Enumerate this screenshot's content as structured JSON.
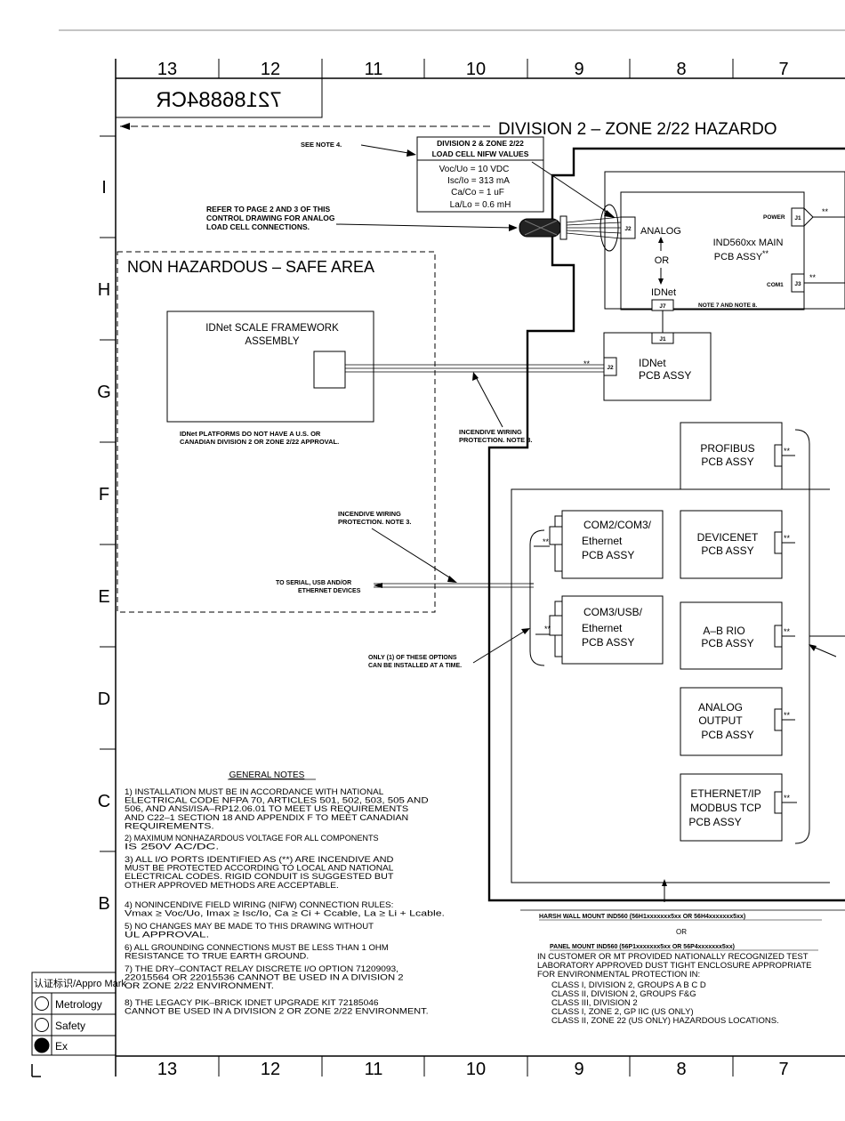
{
  "grid": {
    "columns": [
      "13",
      "12",
      "11",
      "10",
      "9",
      "8",
      "7"
    ],
    "rows": [
      "I",
      "H",
      "G",
      "F",
      "E",
      "D",
      "C",
      "B"
    ],
    "corner": "L"
  },
  "drawing_number": "72186884CR",
  "division_label": "DIVISION  2  –  ZONE  2/22  HAZARDO",
  "non_hazardous_label": "NON  HAZARDOUS  –  SAFE  AREA",
  "see_note4": "SEE NOTE 4.",
  "nifw_box": {
    "title_lines": [
      "DIVISION 2 & ZONE 2/22",
      "LOAD CELL NIFW VALUES"
    ],
    "values": [
      "Voc/Uo  =  10  VDC",
      "Isc/Io  =  313  mA",
      "Ca/Co  =  1  uF",
      "La/Lo  =  0.6  mH"
    ]
  },
  "refer_note": [
    "REFER TO PAGE 2 AND 3 OF THIS",
    "CONTROL DRAWING FOR ANALOG",
    "LOAD CELL CONNECTIONS."
  ],
  "main_pcb": {
    "j2": "J2",
    "analog": "ANALOG",
    "or": "OR",
    "idnet": "IDNet",
    "j7": "J7",
    "title_lines": [
      "IND560xx  MAIN",
      "PCB  ASSY"
    ],
    "title_mark": "**",
    "power": "POWER",
    "j1": "J1",
    "com1": "COM1",
    "j3": "J3",
    "note": "NOTE 7 AND NOTE 8."
  },
  "stars": "**",
  "idnet_framework": [
    "IDNet  SCALE  FRAMEWORK",
    "ASSEMBLY"
  ],
  "idnet_platform_note": [
    "IDNet PLATFORMS DO NOT HAVE A U.S. OR",
    "CANADIAN DIVISION 2 OR ZONE 2/22 APPROVAL."
  ],
  "idnet_pcb": {
    "j1": "J1",
    "j2": "J2",
    "lines": [
      "IDNet",
      "PCB ASSY"
    ]
  },
  "incendive_wiring_1": [
    "INCENDIVE  WIRING",
    "PROTECTION.  NOTE  3."
  ],
  "incendive_wiring_2": [
    "INCENDIVE  WIRING",
    "PROTECTION.  NOTE  3."
  ],
  "serial_usb": [
    "TO SERIAL, USB AND/OR",
    "ETHERNET DEVICES"
  ],
  "only_one": [
    "ONLY (1) OF THESE OPTIONS",
    "CAN BE INSTALLED AT A TIME."
  ],
  "left_modules": [
    {
      "lines": [
        "COM2/COM3/",
        "Ethernet",
        "PCB  ASSY"
      ]
    },
    {
      "lines": [
        "COM3/USB/",
        "Ethernet",
        "PCB  ASSY"
      ]
    }
  ],
  "right_modules": [
    {
      "lines": [
        "PROFIBUS",
        "PCB  ASSY"
      ]
    },
    {
      "lines": [
        "DEVICENET",
        "PCB  ASSY"
      ]
    },
    {
      "lines": [
        "A–B  RIO",
        "PCB  ASSY"
      ]
    },
    {
      "lines": [
        "ANALOG",
        "OUTPUT",
        "PCB  ASSY"
      ]
    },
    {
      "lines": [
        "ETHERNET/IP",
        "MODBUS  TCP",
        "PCB  ASSY"
      ]
    }
  ],
  "general_notes_title": "GENERAL  NOTES",
  "general_notes": [
    [
      "1)  INSTALLATION MUST BE IN ACCORDANCE WITH NATIONAL",
      "     ELECTRICAL CODE NFPA 70, ARTICLES 501, 502, 503, 505 AND",
      "     506, AND ANSI/ISA–RP12.06.01 TO MEET US REQUIREMENTS",
      "     AND C22–1 SECTION 18 AND APPENDIX F TO MEET CANADIAN",
      "     REQUIREMENTS."
    ],
    [
      "2)  MAXIMUM NONHAZARDOUS VOLTAGE FOR ALL COMPONENTS",
      "     IS 250V AC/DC."
    ],
    [
      "3)  ALL I/O PORTS IDENTIFIED AS (**) ARE INCENDIVE AND",
      "     MUST BE PROTECTED ACCORDING TO LOCAL AND NATIONAL",
      "     ELECTRICAL CODES.  RIGID CONDUIT IS SUGGESTED BUT",
      "     OTHER APPROVED METHODS ARE ACCEPTABLE."
    ],
    [
      "4)  NONINCENDIVE FIELD WIRING (NIFW) CONNECTION RULES:",
      "     Vmax ≥ Voc/Uo, Imax ≥ Isc/Io, Ca ≥ Ci + Ccable, La ≥ Li + Lcable."
    ],
    [
      "5)  NO CHANGES MAY BE MADE TO THIS DRAWING WITHOUT",
      "     UL APPROVAL."
    ],
    [
      "6)  ALL GROUNDING CONNECTIONS MUST BE LESS THAN 1 OHM",
      "     RESISTANCE TO TRUE EARTH GROUND."
    ],
    [
      "7)  THE DRY–CONTACT RELAY DISCRETE I/O OPTION 71209093,",
      "     22015564 OR 22015536 CANNOT BE USED IN A DIVISION 2",
      "     OR ZONE 2/22 ENVIRONMENT."
    ],
    [
      "8)  THE LEGACY PIK–BRICK IDNET UPGRADE KIT 72185046",
      "     CANNOT BE USED IN A DIVISION 2 OR ZONE 2/22 ENVIRONMENT."
    ]
  ],
  "mount": {
    "harsh": "HARSH WALL MOUNT IND560 (56H1xxxxxxx5xx OR 56H4xxxxxxx5xx)",
    "or": "OR",
    "panel": "PANEL MOUNT IND560 (56P1xxxxxxx5xx OR 56P4xxxxxxx5xx)",
    "lines": [
      "IN CUSTOMER OR MT PROVIDED NATIONALLY RECOGNIZED TEST",
      "LABORATORY APPROVED DUST TIGHT ENCLOSURE APPROPRIATE",
      "FOR ENVIRONMENTAL PROTECTION IN:"
    ],
    "classes": [
      "CLASS I,  DIVISION 2,  GROUPS A B C D",
      "CLASS II,  DIVISION 2,  GROUPS F&G",
      "CLASS III,  DIVISION 2",
      "CLASS I,  ZONE 2,  GP IIC (US ONLY)",
      "CLASS II,  ZONE 22 (US ONLY) HAZARDOUS LOCATIONS."
    ]
  },
  "approval": {
    "header": "认证标识/Appro Mark",
    "items": [
      {
        "label": "Metrology",
        "filled": false
      },
      {
        "label": "Safety",
        "filled": false
      },
      {
        "label": "Ex",
        "filled": true
      }
    ]
  }
}
